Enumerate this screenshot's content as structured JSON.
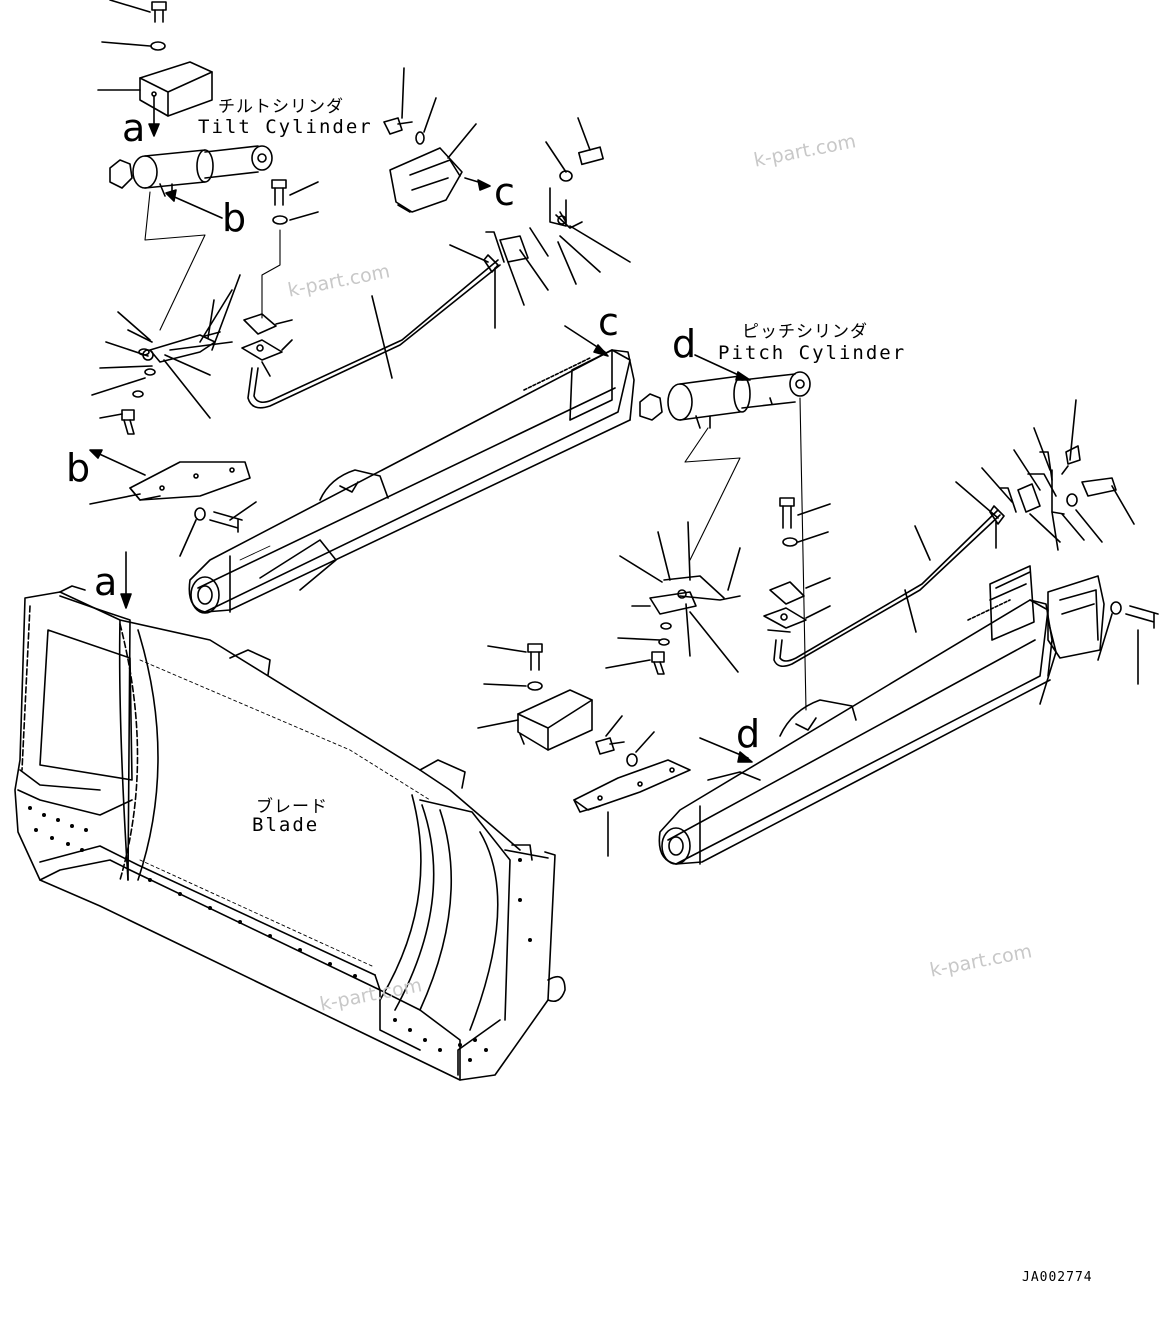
{
  "labels": {
    "tilt_jp": "チルトシリンダ",
    "tilt_en": "Tilt Cylinder",
    "pitch_jp": "ピッチシリンダ",
    "pitch_en": "Pitch Cylinder",
    "blade_jp": "ブレード",
    "blade_en": "Blade"
  },
  "callouts": {
    "a": "a",
    "b": "b",
    "c": "c",
    "d": "d"
  },
  "watermark": "k-part.com",
  "drawing_code": "JA002774"
}
